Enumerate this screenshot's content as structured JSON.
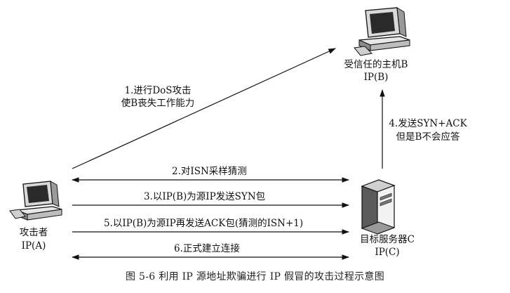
{
  "nodes": {
    "trusted_host": {
      "name": "受信任的主机B",
      "ip": "IP(B)",
      "icon": "desktop-computer-icon"
    },
    "attacker": {
      "name": "攻击者",
      "ip": "IP(A)",
      "icon": "desktop-computer-icon"
    },
    "target_server": {
      "name": "目标服务器C",
      "ip": "IP(C)",
      "icon": "tower-server-icon"
    }
  },
  "messages": {
    "step1_line1": "1.进行DoS攻击",
    "step1_line2": "使B丧失工作能力",
    "step2": "2.对ISN采样猜测",
    "step3": "3.以IP(B)为源IP发送SYN包",
    "step4_line1": "4.发送SYN+ACK",
    "step4_line2": "但是B不会应答",
    "step5": "5.以IP(B)为源IP再发送ACK包(猜测的ISN+1)",
    "step6": "6.正式建立连接"
  },
  "caption": "图 5-6    利用 IP 源地址欺骗进行 IP 假冒的攻击过程示意图",
  "colors": {
    "ink": "#111111",
    "screen": "#2a2a2a",
    "body_fill": "#e8e8e8"
  }
}
